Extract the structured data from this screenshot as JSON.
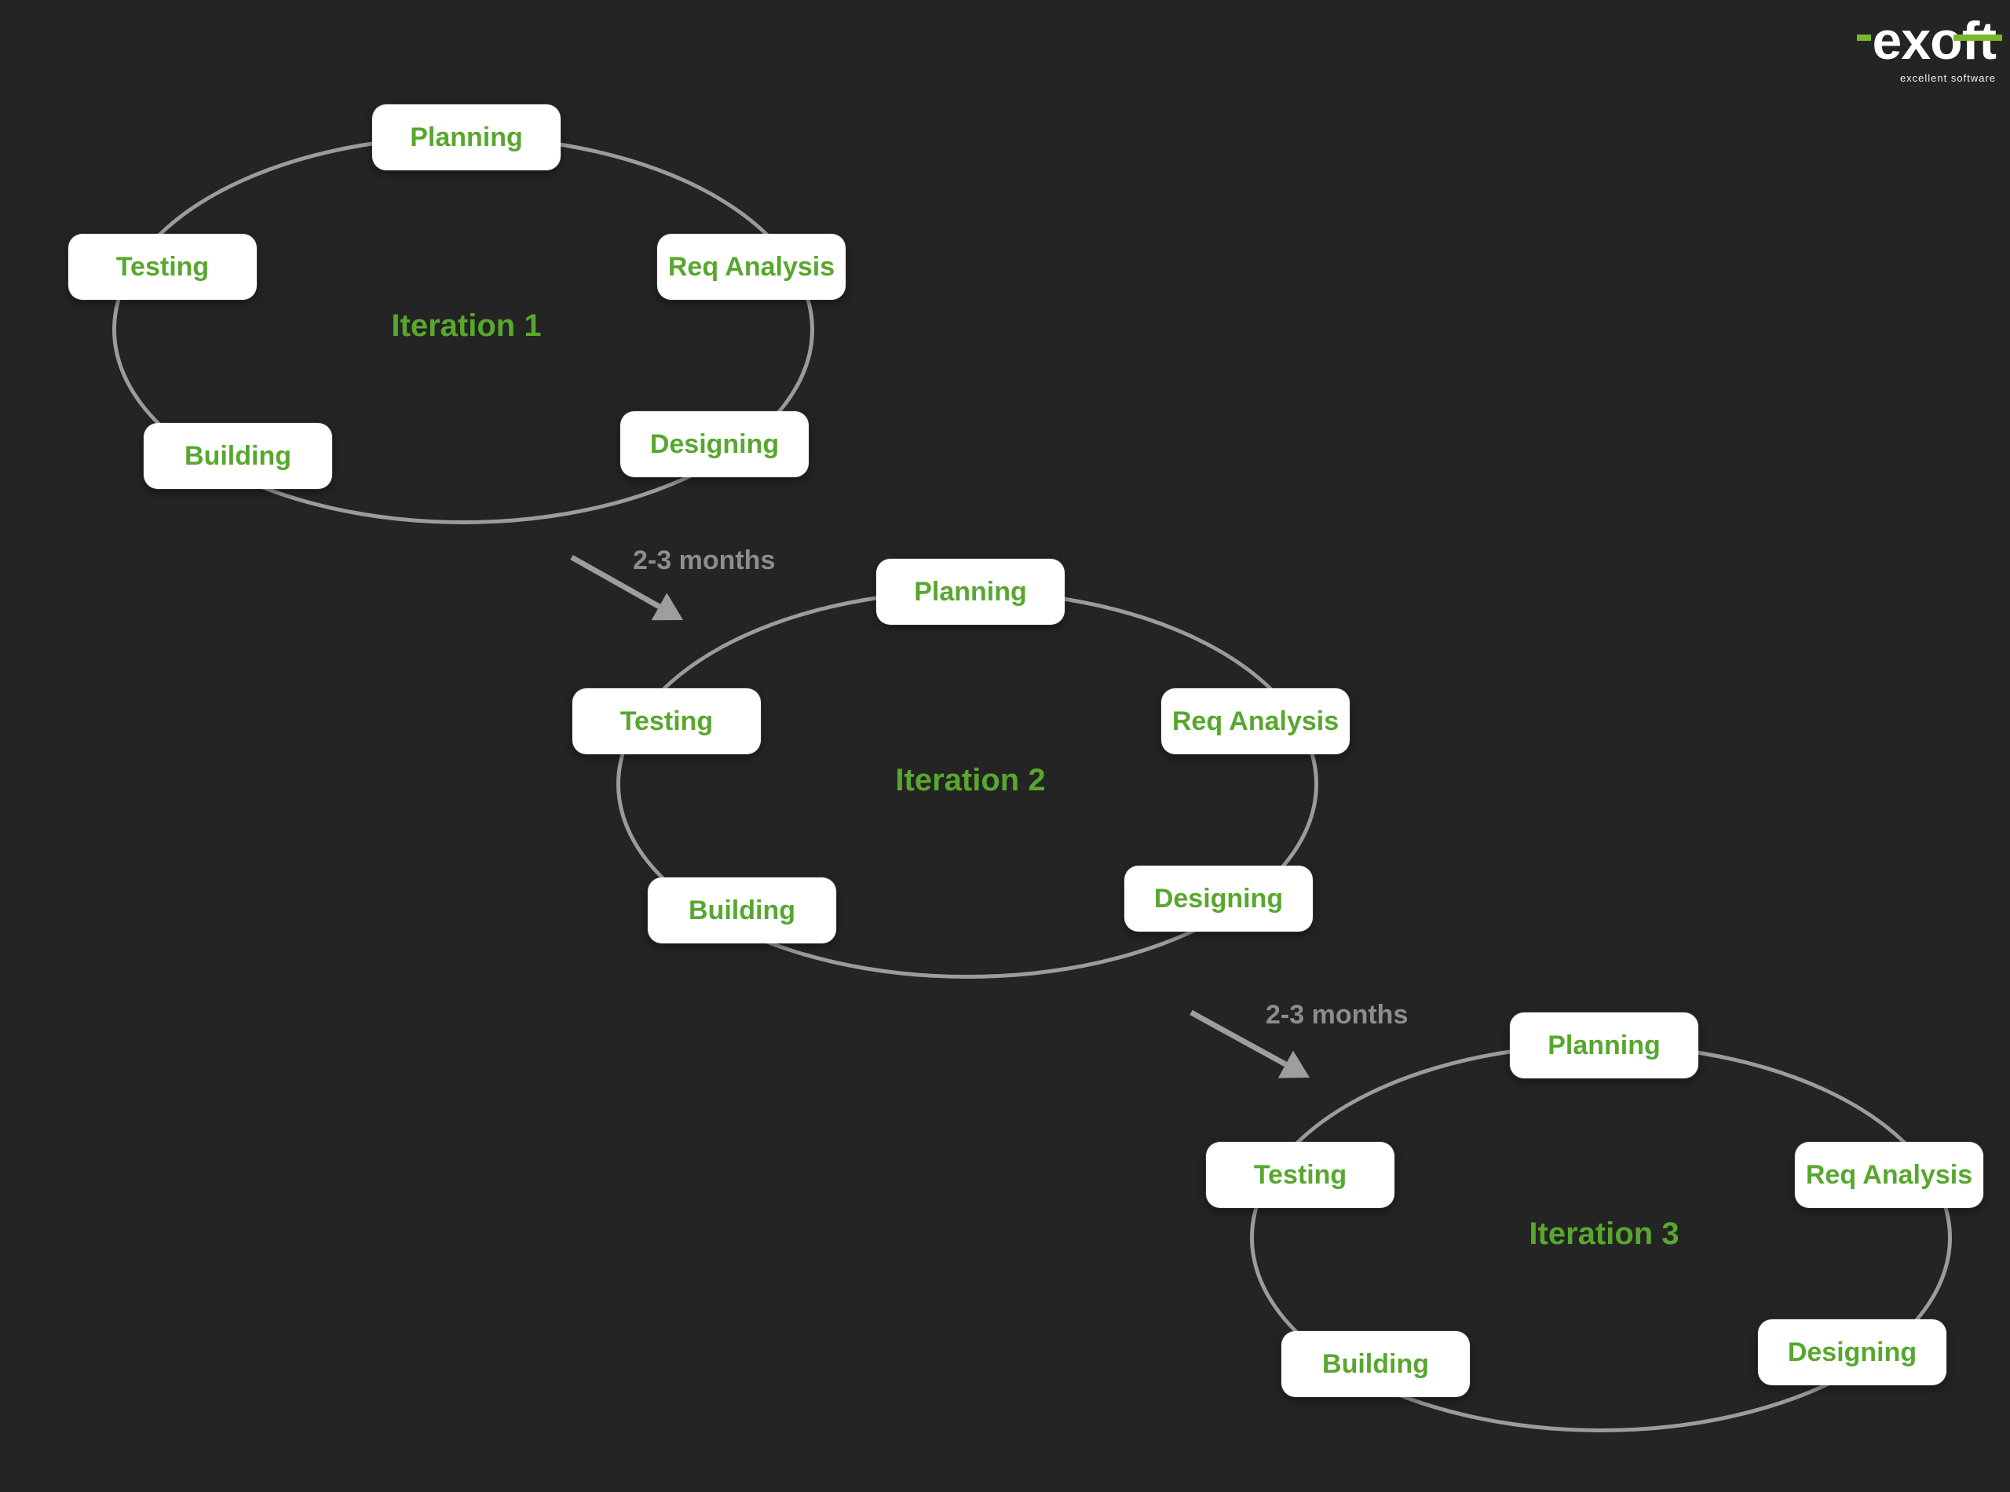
{
  "logo": {
    "brand": "exoft",
    "tagline": "excellent software",
    "accent_color": "#79b829"
  },
  "colors": {
    "background": "#242425",
    "phase_text_green": "#58a72e",
    "box_fill": "#ffffff",
    "cycle_stroke_gray": "#9c9c9c",
    "transition_gray": "#8d8d8d"
  },
  "iterations": [
    {
      "label": "Iteration 1",
      "phases": [
        "Planning",
        "Req Analysis",
        "Designing",
        "Building",
        "Testing"
      ]
    },
    {
      "label": "Iteration 2",
      "phases": [
        "Planning",
        "Req Analysis",
        "Designing",
        "Building",
        "Testing"
      ]
    },
    {
      "label": "Iteration 3",
      "phases": [
        "Planning",
        "Req Analysis",
        "Designing",
        "Building",
        "Testing"
      ]
    }
  ],
  "transitions": [
    {
      "label": "2-3 months"
    },
    {
      "label": "2-3 months"
    }
  ]
}
